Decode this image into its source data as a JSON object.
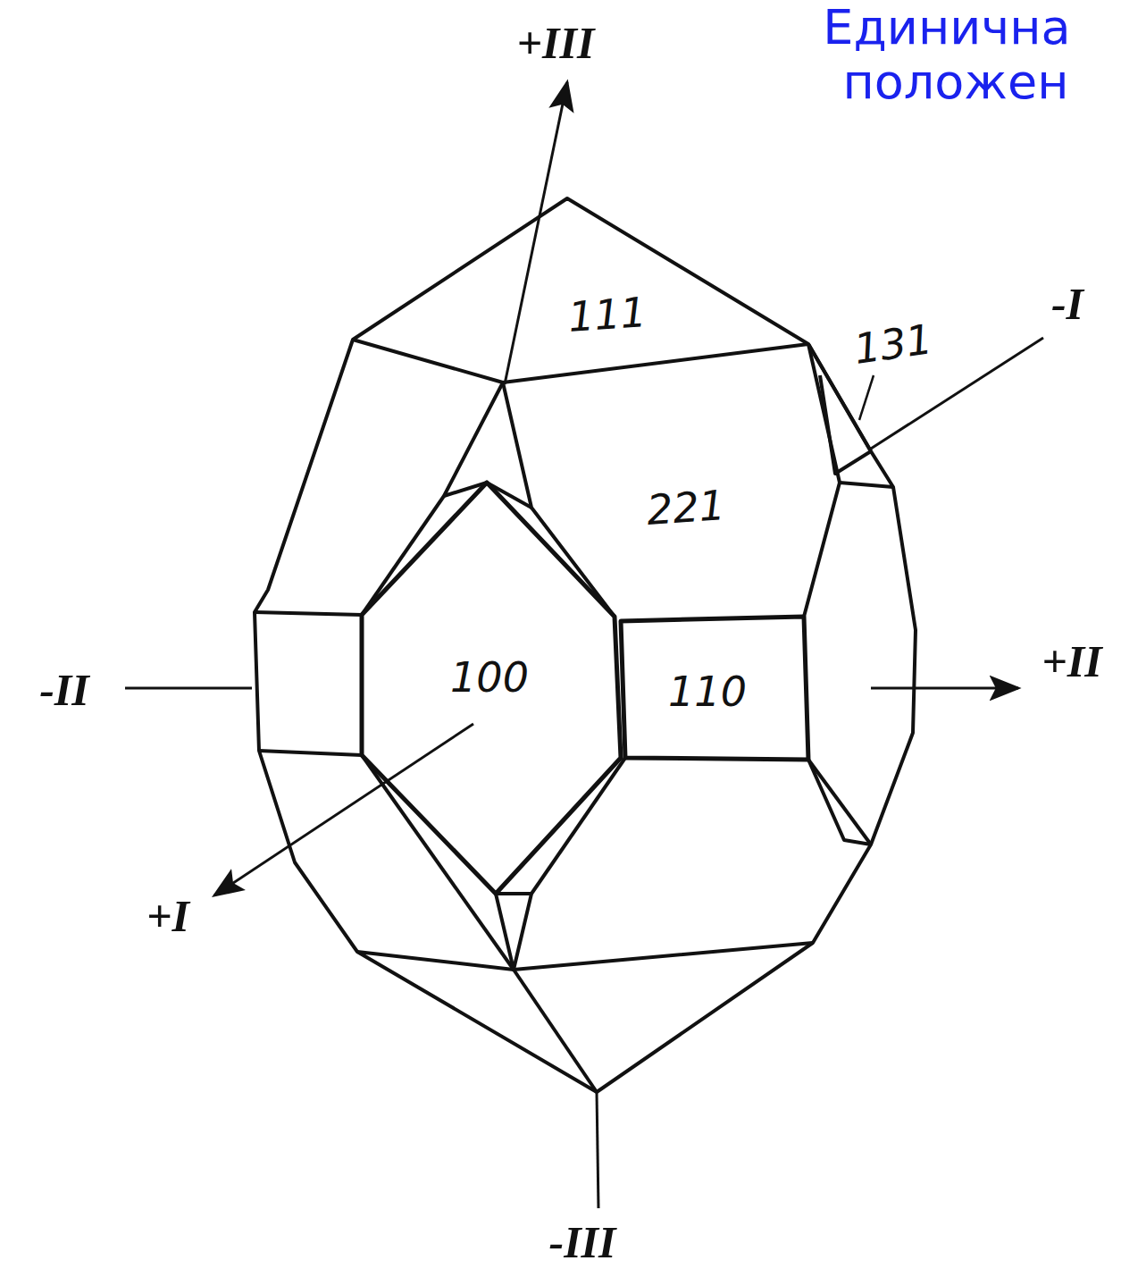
{
  "diagram": {
    "labels": [
      "Единична",
      "положен",
      "+III",
      "111",
      "131",
      "-I",
      "221",
      "-II",
      "100",
      "110",
      "+II",
      "+I",
      "-III"
    ]
  }
}
